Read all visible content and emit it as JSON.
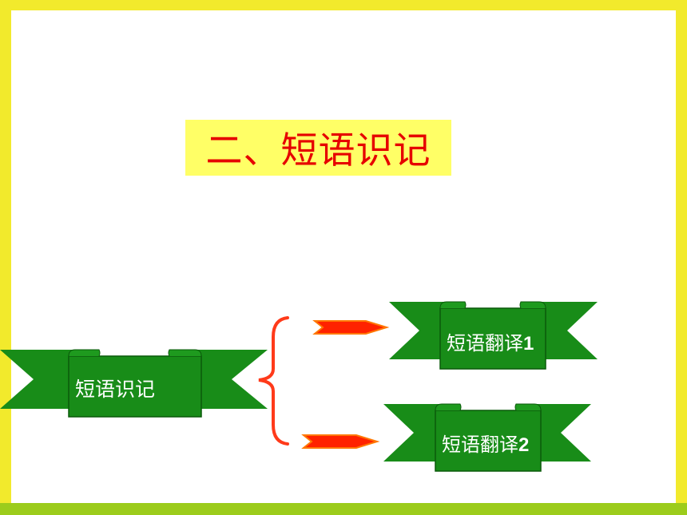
{
  "slide": {
    "title": "二、短语识记",
    "colors": {
      "frame": "#f2ea2c",
      "stripe": "#9ccc1c",
      "title_bg": "#ffff66",
      "title_text": "#e60000",
      "banner": "#188c18",
      "banner_dark": "#0a5a0a",
      "arrow_fill": "#ff2200",
      "arrow_outline": "#ff7700"
    },
    "root": {
      "label": "短语识记"
    },
    "branches": [
      {
        "label": "短语翻译",
        "number": "1"
      },
      {
        "label": "短语翻译",
        "number": "2"
      }
    ]
  }
}
